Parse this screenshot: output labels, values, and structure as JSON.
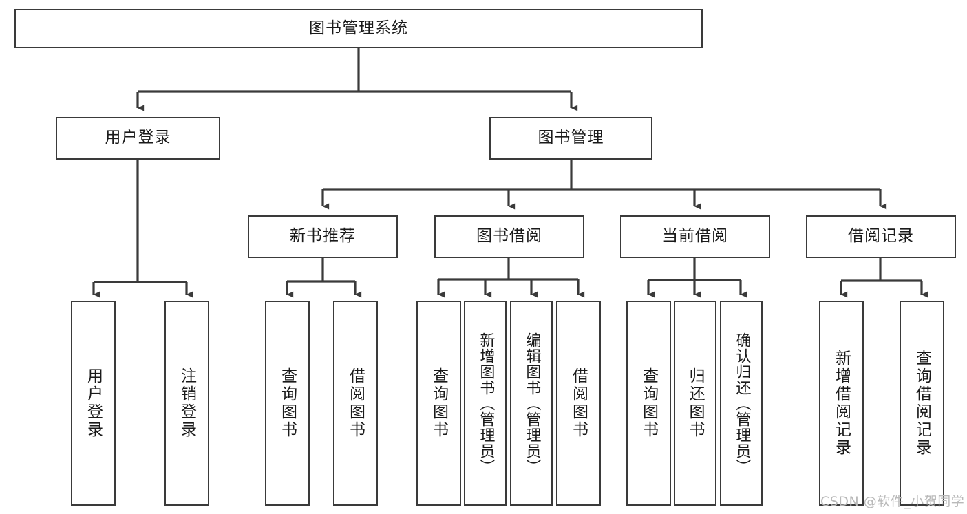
{
  "diagram": {
    "type": "tree-hierarchy",
    "title": "图书管理系统",
    "root": {
      "id": "root",
      "label": "图书管理系统"
    },
    "level2": [
      {
        "id": "user-login",
        "label": "用户登录"
      },
      {
        "id": "book-manage",
        "label": "图书管理"
      }
    ],
    "level3": [
      {
        "id": "new-book-rec",
        "label": "新书推荐",
        "parent": "book-manage"
      },
      {
        "id": "book-borrow",
        "label": "图书借阅",
        "parent": "book-manage"
      },
      {
        "id": "current-borrow",
        "label": "当前借阅",
        "parent": "book-manage"
      },
      {
        "id": "borrow-record",
        "label": "借阅记录",
        "parent": "book-manage"
      }
    ],
    "leaves": [
      {
        "id": "leaf-user-login",
        "label": "用户登录",
        "parent": "user-login"
      },
      {
        "id": "leaf-user-logout",
        "label": "注销登录",
        "parent": "user-login"
      },
      {
        "id": "leaf-query-book-1",
        "label": "查询图书",
        "parent": "new-book-rec"
      },
      {
        "id": "leaf-borrow-book-1",
        "label": "借阅图书",
        "parent": "new-book-rec"
      },
      {
        "id": "leaf-query-book-2",
        "label": "查询图书",
        "parent": "book-borrow"
      },
      {
        "id": "leaf-add-book",
        "label": "新增图书（管理员）",
        "parent": "book-borrow"
      },
      {
        "id": "leaf-edit-book",
        "label": "编辑图书（管理员）",
        "parent": "book-borrow"
      },
      {
        "id": "leaf-borrow-book-2",
        "label": "借阅图书",
        "parent": "book-borrow"
      },
      {
        "id": "leaf-query-book-3",
        "label": "查询图书",
        "parent": "current-borrow"
      },
      {
        "id": "leaf-return-book",
        "label": "归还图书",
        "parent": "current-borrow"
      },
      {
        "id": "leaf-confirm-return",
        "label": "确认归还（管理员）",
        "parent": "current-borrow"
      },
      {
        "id": "leaf-add-record",
        "label": "新增借阅记录",
        "parent": "borrow-record"
      },
      {
        "id": "leaf-query-record",
        "label": "查询借阅记录",
        "parent": "borrow-record"
      }
    ],
    "colors": {
      "stroke": "#3a3a3a",
      "fill": "#ffffff",
      "text": "#1a1a1a",
      "watermark": "#b9b9b9"
    }
  },
  "watermark": {
    "text": "CSDN @软件_小贺同学"
  }
}
